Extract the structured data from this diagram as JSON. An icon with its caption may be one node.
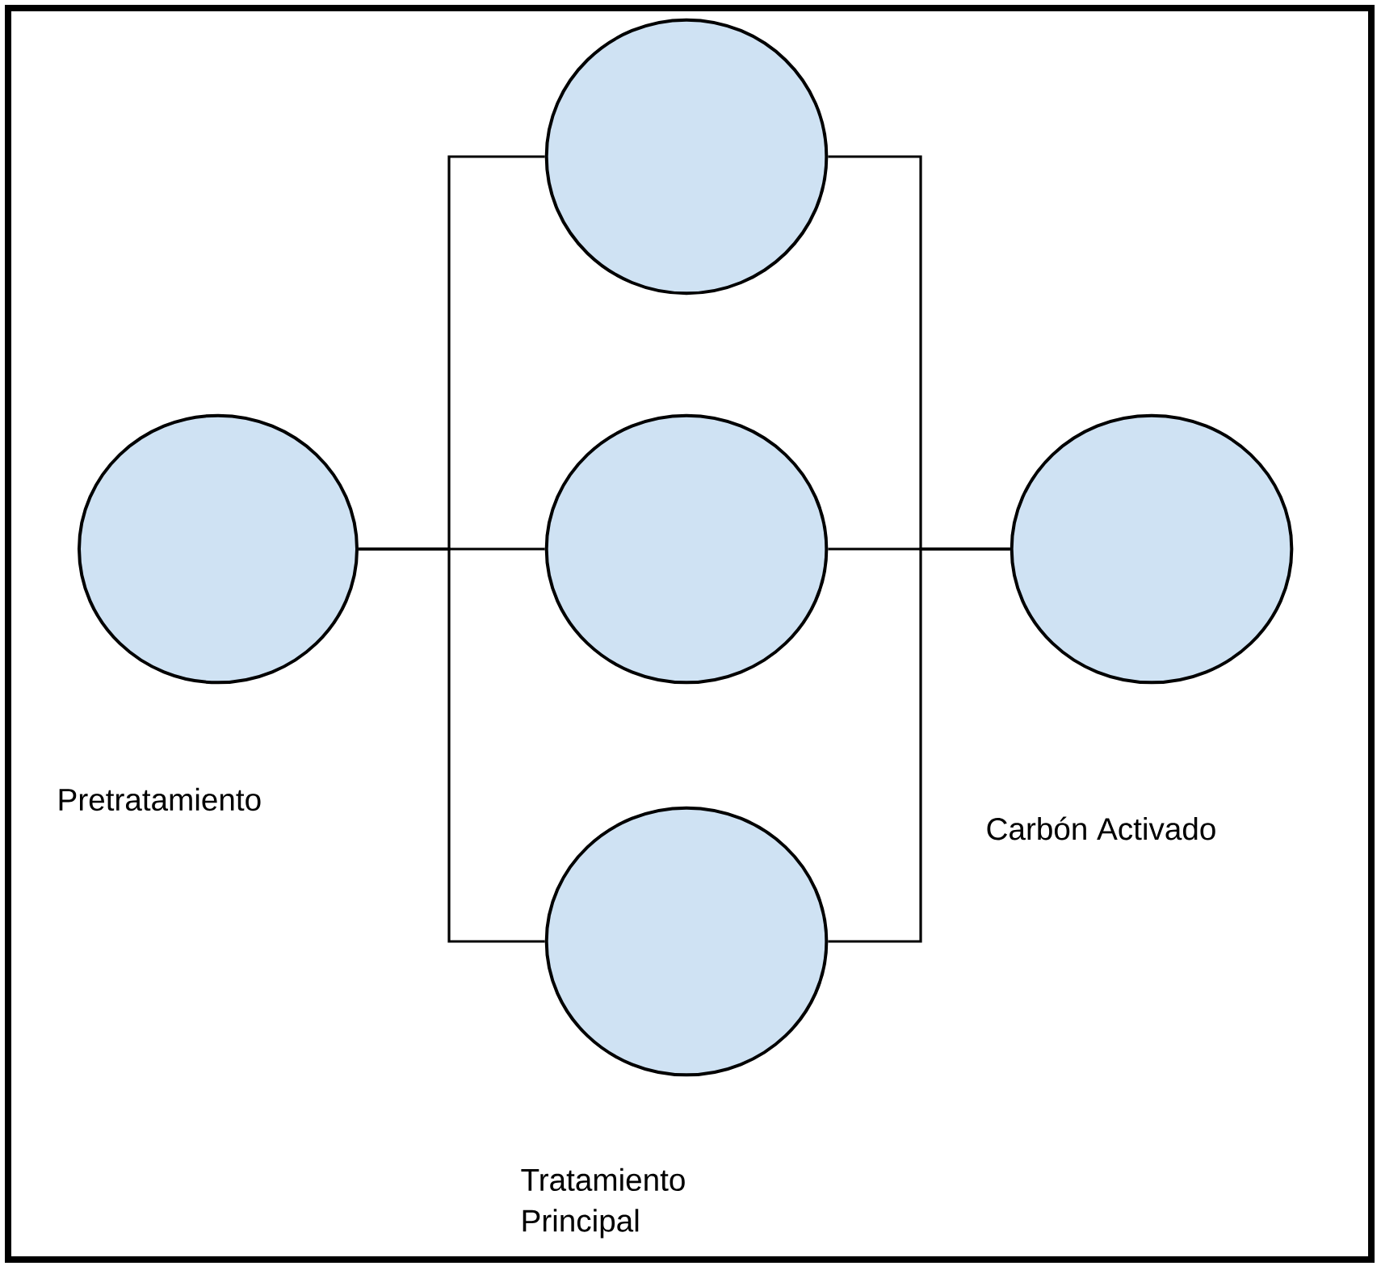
{
  "diagram": {
    "nodes": [
      {
        "text": [],
        "shape": "circle",
        "beside": [
          "Pretratamiento"
        ]
      },
      {
        "text": [],
        "shape": "circle"
      },
      {
        "text": [],
        "shape": "circle"
      },
      {
        "text": [],
        "shape": "circle",
        "beside": [
          "Tratamiento Principal"
        ]
      },
      {
        "text": [],
        "shape": "circle"
      }
    ],
    "edges": [
      {
        "from": 0,
        "to": 1,
        "arrow": "none"
      },
      {
        "from": 0,
        "to": 2,
        "arrow": "none"
      },
      {
        "from": 0,
        "to": 3,
        "arrow": "none"
      },
      {
        "from": 1,
        "to": 4,
        "arrow": "none"
      },
      {
        "from": 2,
        "to": 4,
        "arrow": "none"
      },
      {
        "from": 3,
        "to": 4,
        "arrow": "none"
      }
    ],
    "labels": [
      "Carbón Activado"
    ]
  }
}
